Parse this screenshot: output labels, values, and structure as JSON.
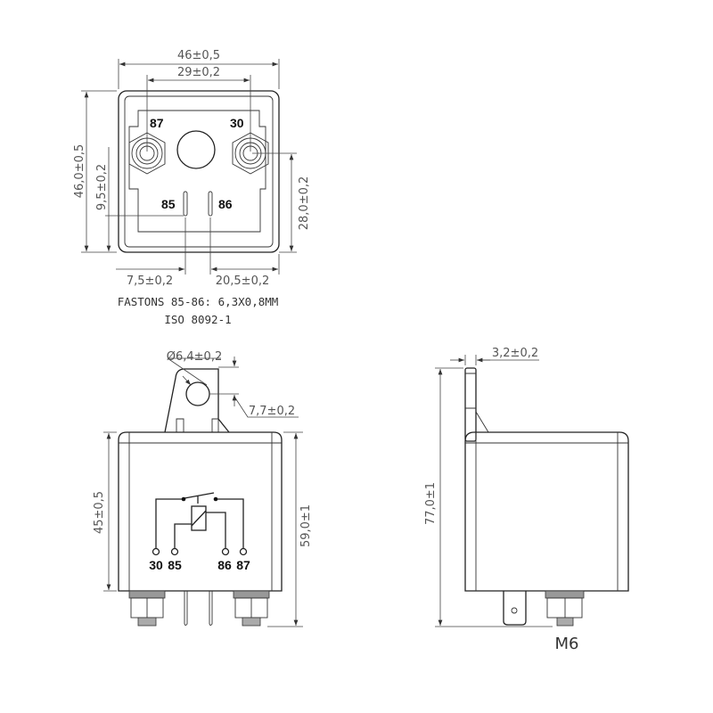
{
  "top_view": {
    "terminals": [
      "87",
      "30",
      "85",
      "86"
    ],
    "dimensions": {
      "width_overall": "46±0,5",
      "terminal_spacing": "29±0,2",
      "height_overall": "46,0±0,5",
      "faston_height": "9,5±0,2",
      "terminal_height": "28,0±0,2",
      "faston_85_offset": "7,5±0,2",
      "faston_86_offset": "20,5±0,2"
    },
    "notes": [
      "FASTONS 85-86: 6,3X0,8MM",
      "ISO 8092-1"
    ]
  },
  "front_view": {
    "dimensions": {
      "hole_diameter": "Ø6,4±0,2",
      "hole_offset": "7,7±0,2",
      "body_height": "45±0,5",
      "total_height": "59,0±1"
    },
    "schematic_terminals": [
      "30",
      "85",
      "86",
      "87"
    ]
  },
  "side_view": {
    "dimensions": {
      "tab_thickness": "3,2±0,2",
      "total_height": "77,0±1"
    },
    "thread": "M6"
  }
}
